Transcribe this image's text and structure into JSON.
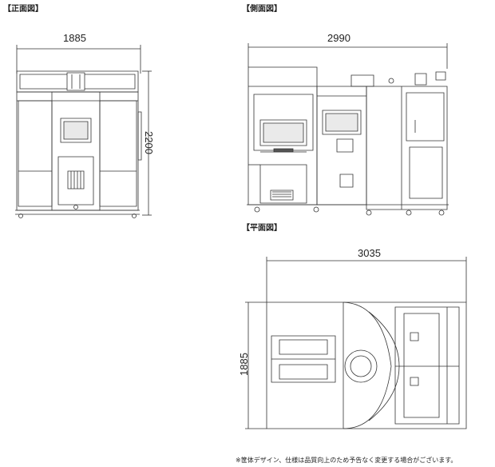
{
  "views": {
    "front": {
      "label": "【正面図】",
      "width": "1885",
      "height": "2200"
    },
    "side": {
      "label": "【側面図】",
      "width": "2990"
    },
    "plan": {
      "label": "【平面図】",
      "width": "3035",
      "depth": "1885"
    }
  },
  "note": "※筐体デザイン、仕様は品質向上のため予告なく変更する場合がございます。"
}
